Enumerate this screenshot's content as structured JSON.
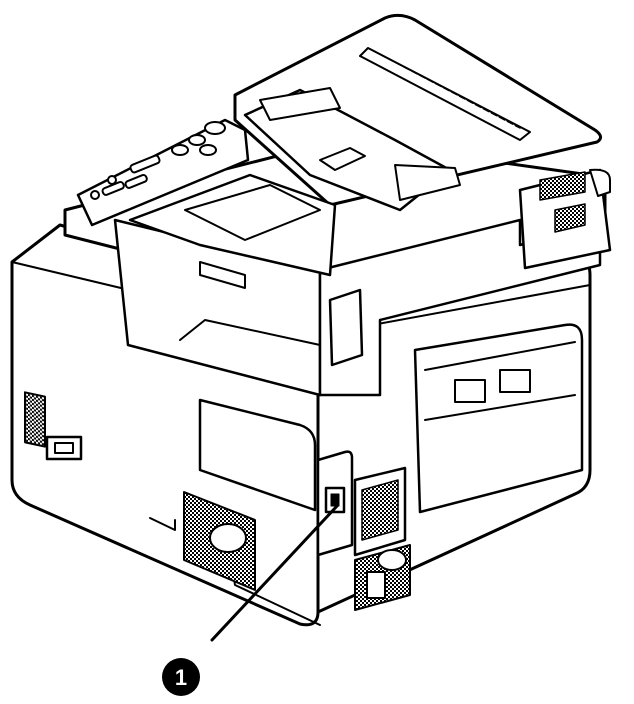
{
  "figure": {
    "subject": "printer-rear-view",
    "callout": {
      "number": "1",
      "target": "power-switch"
    },
    "colors": {
      "line": "#000000",
      "fill": "#ffffff",
      "badge": "#000000",
      "badge_text": "#ffffff"
    }
  }
}
